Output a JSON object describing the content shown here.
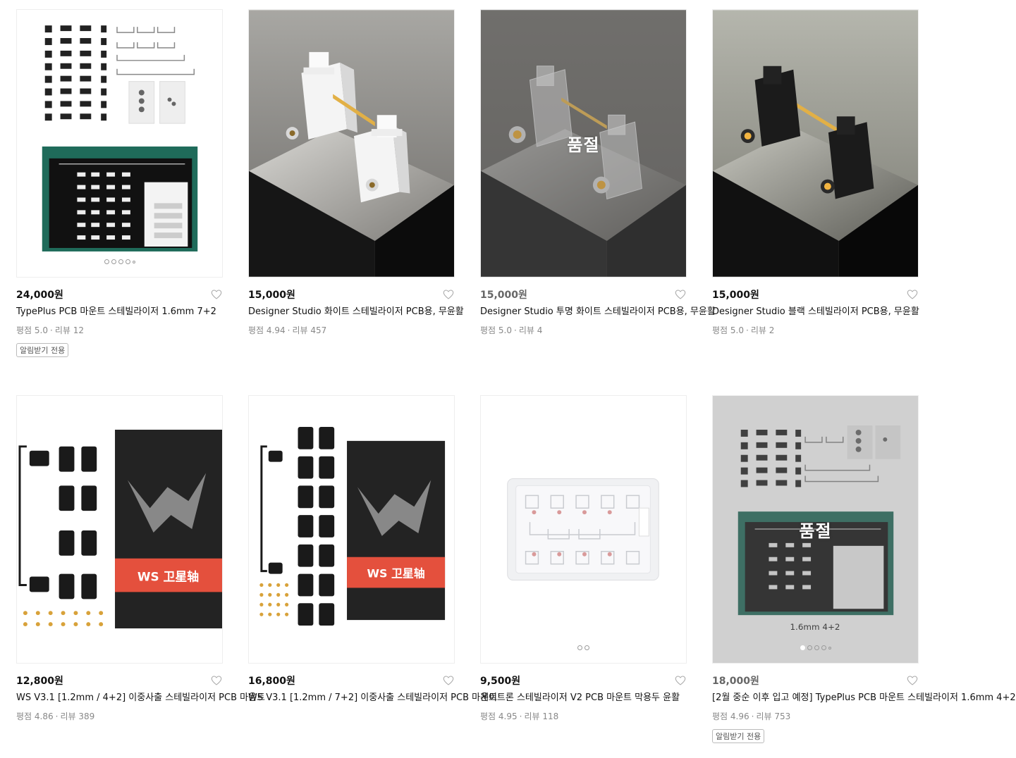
{
  "common": {
    "rating_prefix": "평점",
    "review_prefix": "리뷰",
    "soldout_label": "품절",
    "badge_label": "알림받기 전용"
  },
  "products": [
    {
      "price": "24,000원",
      "title": "TypePlus PCB 마운트 스테빌라이저 1.6mm 7+2",
      "rating": "5.0",
      "reviews": "12",
      "soldout": false,
      "badge": true,
      "dots": 5
    },
    {
      "price": "15,000원",
      "title": "Designer Studio 화이트 스테빌라이저 PCB용, 무윤활",
      "rating": "4.94",
      "reviews": "457",
      "soldout": false,
      "badge": false,
      "dots": 0
    },
    {
      "price": "15,000원",
      "title": "Designer Studio 투명 화이트 스테빌라이저 PCB용, 무윤활",
      "rating": "5.0",
      "reviews": "4",
      "soldout": true,
      "badge": false,
      "dots": 0
    },
    {
      "price": "15,000원",
      "title": "Designer Studio 블랙 스테빌라이저 PCB용, 무윤활",
      "rating": "5.0",
      "reviews": "2",
      "soldout": false,
      "badge": false,
      "dots": 0
    },
    {
      "price": "12,800원",
      "title": "WS V3.1 [1.2mm / 4+2] 이중사출 스테빌라이저 PCB 마운트",
      "rating": "4.86",
      "reviews": "389",
      "soldout": false,
      "badge": false,
      "dots": 0
    },
    {
      "price": "16,800원",
      "title": "WS V3.1 [1.2mm / 7+2] 이중사출 스테빌라이저 PCB 마운트",
      "rating": "",
      "reviews": "",
      "soldout": false,
      "badge": false,
      "dots": 0
    },
    {
      "price": "9,500원",
      "title": "게이트론 스테빌라이저 V2 PCB 마운트 막용두 윤활",
      "rating": "4.95",
      "reviews": "118",
      "soldout": false,
      "badge": false,
      "dots": 2
    },
    {
      "price": "18,000원",
      "title": "[2월 중순 이후 입고 예정] TypePlus PCB 마운트 스테빌라이저 1.6mm 4+2",
      "rating": "4.96",
      "reviews": "753",
      "soldout": true,
      "badge": true,
      "dots": 5
    }
  ],
  "images": {
    "p1_icon": "stabilizer-set-box",
    "p2_icon": "white-stabilizer",
    "p3_icon": "clear-stabilizer",
    "p4_icon": "black-stabilizer",
    "p5_icon": "ws-stabilizer-box",
    "p6_icon": "ws-stabilizer-box",
    "p7_icon": "gateron-stabilizer-tray",
    "p8_icon": "stabilizer-set-box",
    "p5_box_label": "WS 卫星轴",
    "p6_box_label": "WS 卫星轴",
    "p8_box_caption": "1.6mm 4+2"
  },
  "colors": {
    "dark_pedestal": "#121212",
    "box_teal": "#1f6b5a",
    "ws_red": "#e4503d",
    "gold": "#d8a23a"
  }
}
